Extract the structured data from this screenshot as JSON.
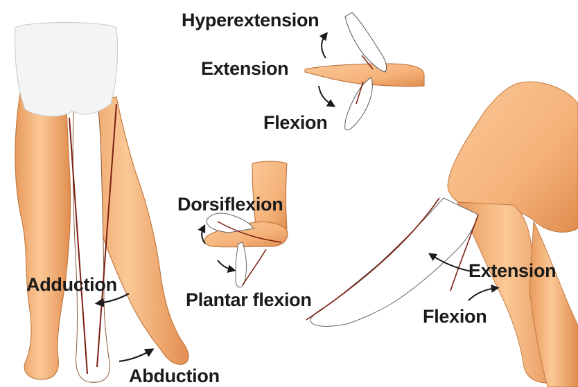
{
  "labels": {
    "hand_hyperextension": "Hyperextension",
    "hand_extension": "Extension",
    "hand_flexion": "Flexion",
    "foot_dorsiflexion": "Dorsiflexion",
    "foot_plantar_flexion": "Plantar flexion",
    "hip_adduction": "Adduction",
    "hip_abduction": "Abduction",
    "knee_extension": "Extension",
    "knee_flexion": "Flexion"
  },
  "colors": {
    "skin": "#f7b982",
    "skin_shadow": "#d98a4f",
    "outline": "#b46a33",
    "garment": "#f2f2f2",
    "movement_line": "#7a1e12",
    "arrow": "#1a1a1a",
    "text": "#1a1a1a"
  }
}
